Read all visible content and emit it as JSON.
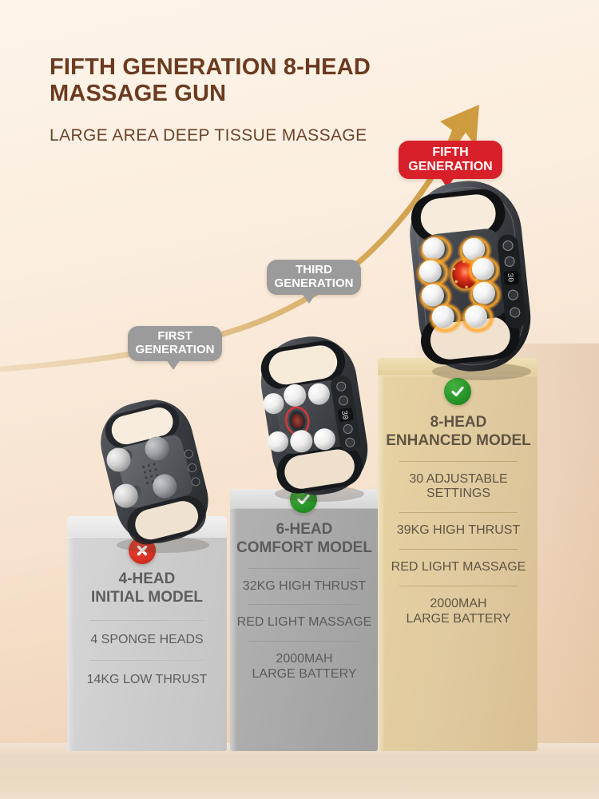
{
  "header": {
    "title_line1": "FIFTH GENERATION 8-HEAD",
    "title_line2": "MASSAGE GUN",
    "subtitle": "LARGE AREA DEEP TISSUE MASSAGE"
  },
  "colors": {
    "background": "#fbeee0",
    "floor": "#e8d3ba",
    "title_text": "#6b3a1f",
    "arrow": "#d4a44c",
    "callout_gray": "#9b9b9b",
    "callout_red": "#d8202a",
    "badge_ok": "#1f9a1f",
    "badge_no": "#d62d20",
    "pedestal_left": "#cdcdcd",
    "pedestal_mid": "#a9a9a9",
    "pedestal_right": "#e0caa0",
    "device_body": "#3a3d42",
    "glow": "#f5a623",
    "red_light": "#d9281e"
  },
  "callouts": [
    {
      "id": "first",
      "line1": "FIRST",
      "line2": "GENERATION",
      "style": "gray"
    },
    {
      "id": "third",
      "line1": "THIRD",
      "line2": "GENERATION",
      "style": "gray"
    },
    {
      "id": "fifth",
      "line1": "FIFTH",
      "line2": "GENERATION",
      "style": "red"
    }
  ],
  "products": [
    {
      "id": "gen1",
      "badge": "x-mark-icon",
      "badge_meaning": "not-recommended",
      "title_line1": "4-HEAD",
      "title_line2": "INITIAL MODEL",
      "features": [
        "4 SPONGE HEADS",
        "14KG LOW THRUST"
      ],
      "heads": 4,
      "head_color": "#c9c9c9"
    },
    {
      "id": "gen3",
      "badge": "check-mark-icon",
      "badge_meaning": "recommended",
      "title_line1": "6-HEAD",
      "title_line2": "COMFORT MODEL",
      "features": [
        "32KG HIGH THRUST",
        "RED LIGHT MASSAGE",
        "2000MAH\nLARGE BATTERY"
      ],
      "feature1": "32KG HIGH THRUST",
      "feature2": "RED LIGHT MASSAGE",
      "feature3_line1": "2000MAH",
      "feature3_line2": "LARGE BATTERY",
      "heads": 6,
      "head_color": "#f2f2f2",
      "display_value": "30"
    },
    {
      "id": "gen5",
      "badge": "check-mark-icon",
      "badge_meaning": "recommended",
      "title_line1": "8-HEAD",
      "title_line2": "ENHANCED MODEL",
      "feature1_line1": "30 ADJUSTABLE",
      "feature1_line2": "SETTINGS",
      "feature2": "39KG HIGH THRUST",
      "feature3": "RED LIGHT MASSAGE",
      "feature4_line1": "2000MAH",
      "feature4_line2": "LARGE BATTERY",
      "heads": 8,
      "head_color": "#f7f7f7",
      "display_value": "30"
    }
  ]
}
